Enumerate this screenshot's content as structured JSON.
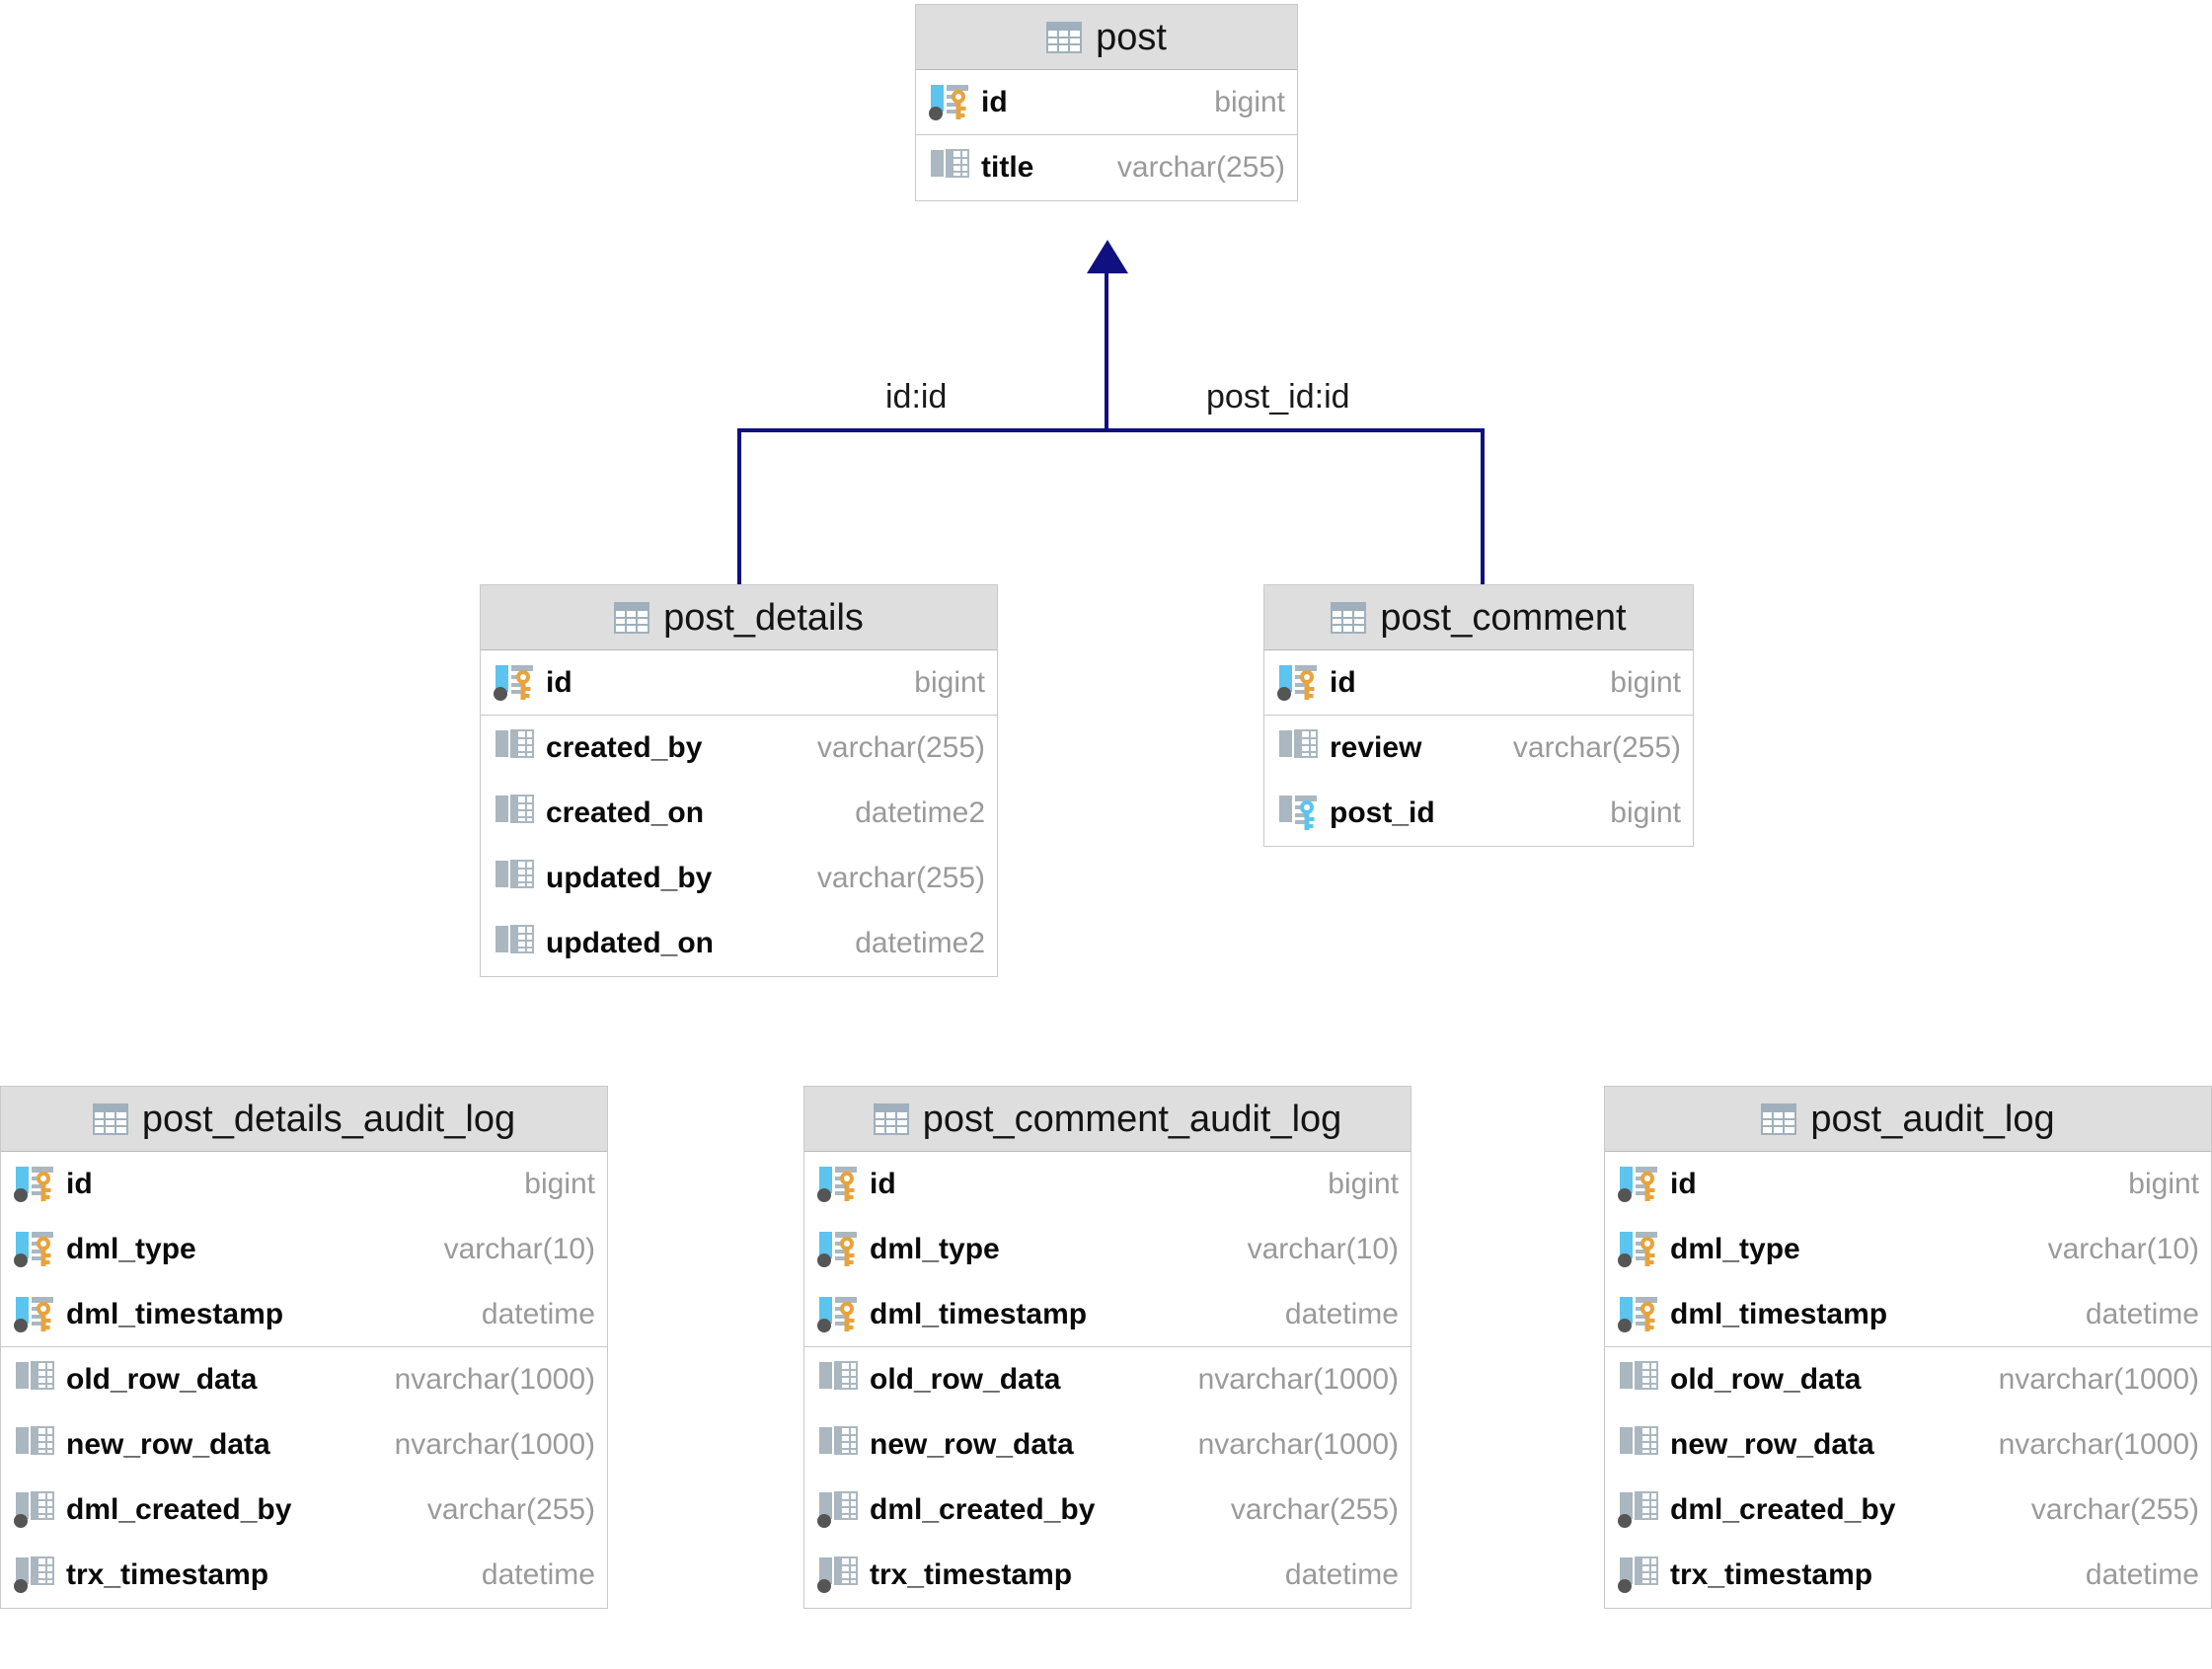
{
  "diagram": {
    "type": "entity-relationship-diagram",
    "background": "#ffffff",
    "accent_line_color": "#101080",
    "header_bg": "#dedede",
    "pk_key_color": "#e8a33d",
    "fk_key_color": "#5bc4ef",
    "col_bar_color": "#5bc4ef",
    "plain_bar_color": "#aab7c0",
    "notnull_dot_color": "#555555"
  },
  "icons": {
    "table": "table-icon",
    "pk": "primary-key-column-icon",
    "fk": "foreign-key-column-icon",
    "plain": "column-icon",
    "notnull": "not-null-column-icon"
  },
  "entities": [
    {
      "id": "post",
      "name": "post",
      "columns": [
        {
          "name": "id",
          "type": "bigint",
          "icon": "pk",
          "sep_after": true
        },
        {
          "name": "title",
          "type": "varchar(255)",
          "icon": "plain",
          "sep_after": false
        }
      ]
    },
    {
      "id": "post_details",
      "name": "post_details",
      "columns": [
        {
          "name": "id",
          "type": "bigint",
          "icon": "pk",
          "sep_after": true
        },
        {
          "name": "created_by",
          "type": "varchar(255)",
          "icon": "plain",
          "sep_after": false
        },
        {
          "name": "created_on",
          "type": "datetime2",
          "icon": "plain",
          "sep_after": false
        },
        {
          "name": "updated_by",
          "type": "varchar(255)",
          "icon": "plain",
          "sep_after": false
        },
        {
          "name": "updated_on",
          "type": "datetime2",
          "icon": "plain",
          "sep_after": false
        }
      ]
    },
    {
      "id": "post_comment",
      "name": "post_comment",
      "columns": [
        {
          "name": "id",
          "type": "bigint",
          "icon": "pk",
          "sep_after": true
        },
        {
          "name": "review",
          "type": "varchar(255)",
          "icon": "plain",
          "sep_after": false
        },
        {
          "name": "post_id",
          "type": "bigint",
          "icon": "fk",
          "sep_after": false
        }
      ]
    },
    {
      "id": "post_details_audit_log",
      "name": "post_details_audit_log",
      "columns": [
        {
          "name": "id",
          "type": "bigint",
          "icon": "pk",
          "sep_after": false
        },
        {
          "name": "dml_type",
          "type": "varchar(10)",
          "icon": "pk",
          "sep_after": false
        },
        {
          "name": "dml_timestamp",
          "type": "datetime",
          "icon": "pk",
          "sep_after": true
        },
        {
          "name": "old_row_data",
          "type": "nvarchar(1000)",
          "icon": "plain",
          "sep_after": false
        },
        {
          "name": "new_row_data",
          "type": "nvarchar(1000)",
          "icon": "plain",
          "sep_after": false
        },
        {
          "name": "dml_created_by",
          "type": "varchar(255)",
          "icon": "notnull",
          "sep_after": false
        },
        {
          "name": "trx_timestamp",
          "type": "datetime",
          "icon": "notnull",
          "sep_after": false
        }
      ]
    },
    {
      "id": "post_comment_audit_log",
      "name": "post_comment_audit_log",
      "columns": [
        {
          "name": "id",
          "type": "bigint",
          "icon": "pk",
          "sep_after": false
        },
        {
          "name": "dml_type",
          "type": "varchar(10)",
          "icon": "pk",
          "sep_after": false
        },
        {
          "name": "dml_timestamp",
          "type": "datetime",
          "icon": "pk",
          "sep_after": true
        },
        {
          "name": "old_row_data",
          "type": "nvarchar(1000)",
          "icon": "plain",
          "sep_after": false
        },
        {
          "name": "new_row_data",
          "type": "nvarchar(1000)",
          "icon": "plain",
          "sep_after": false
        },
        {
          "name": "dml_created_by",
          "type": "varchar(255)",
          "icon": "notnull",
          "sep_after": false
        },
        {
          "name": "trx_timestamp",
          "type": "datetime",
          "icon": "notnull",
          "sep_after": false
        }
      ]
    },
    {
      "id": "post_audit_log",
      "name": "post_audit_log",
      "columns": [
        {
          "name": "id",
          "type": "bigint",
          "icon": "pk",
          "sep_after": false
        },
        {
          "name": "dml_type",
          "type": "varchar(10)",
          "icon": "pk",
          "sep_after": false
        },
        {
          "name": "dml_timestamp",
          "type": "datetime",
          "icon": "pk",
          "sep_after": true
        },
        {
          "name": "old_row_data",
          "type": "nvarchar(1000)",
          "icon": "plain",
          "sep_after": false
        },
        {
          "name": "new_row_data",
          "type": "nvarchar(1000)",
          "icon": "plain",
          "sep_after": false
        },
        {
          "name": "dml_created_by",
          "type": "varchar(255)",
          "icon": "notnull",
          "sep_after": false
        },
        {
          "name": "trx_timestamp",
          "type": "datetime",
          "icon": "notnull",
          "sep_after": false
        }
      ]
    }
  ],
  "relationships": [
    {
      "id": "post_details_to_post",
      "label": "id:id",
      "from": "post_details",
      "to": "post"
    },
    {
      "id": "post_comment_to_post",
      "label": "post_id:id",
      "from": "post_comment",
      "to": "post"
    }
  ]
}
